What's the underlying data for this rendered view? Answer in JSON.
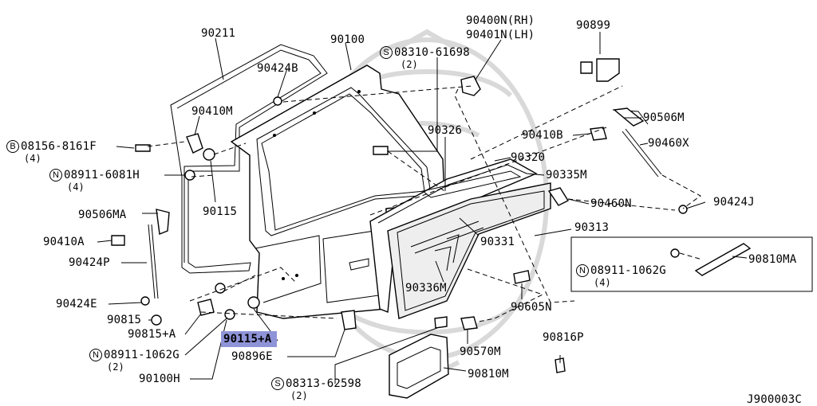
{
  "highlighted_part": "90115+A",
  "diagram_id": "J900003C",
  "labels": {
    "p90211": "90211",
    "p90100": "90100",
    "p90400N": "90400N(RH)",
    "p90401N": "90401N(LH)",
    "p90899": "90899",
    "p90424B": "90424B",
    "s08310_61698": "08310-61698",
    "q08310_61698": "(2)",
    "p90410M": "90410M",
    "b08156_8161F": "08156-8161F",
    "q08156_8161F": "(4)",
    "n08911_6081H": "08911-6081H",
    "q08911_6081H": "(4)",
    "p90115": "90115",
    "p90506MA": "90506MA",
    "p90410A": "90410A",
    "p90424P": "90424P",
    "p90424E": "90424E",
    "p90815": "90815",
    "p90815A": "90815+A",
    "p90115A": "90115+A",
    "n08911_1062G_left": "08911-1062G",
    "q08911_1062G_left": "(2)",
    "p90896E": "90896E",
    "p90100H": "90100H",
    "s08313_62598": "08313-62598",
    "q08313_62598": "(2)",
    "p90326": "90326",
    "p90320": "90320",
    "p90335M": "90335M",
    "p90410B": "90410B",
    "p90506M": "90506M",
    "p90460X": "90460X",
    "p90460N": "90460N",
    "p90424J": "90424J",
    "p90313": "90313",
    "p90331": "90331",
    "p90336M": "90336M",
    "n08911_1062G_right": "08911-1062G",
    "q08911_1062G_right": "(4)",
    "p90810MA": "90810MA",
    "p90605N": "90605N",
    "p90570M": "90570M",
    "p90816P": "90816P",
    "p90810M": "90810M"
  },
  "symbols": {
    "bolt": "B",
    "nut": "N",
    "screw": "S"
  }
}
